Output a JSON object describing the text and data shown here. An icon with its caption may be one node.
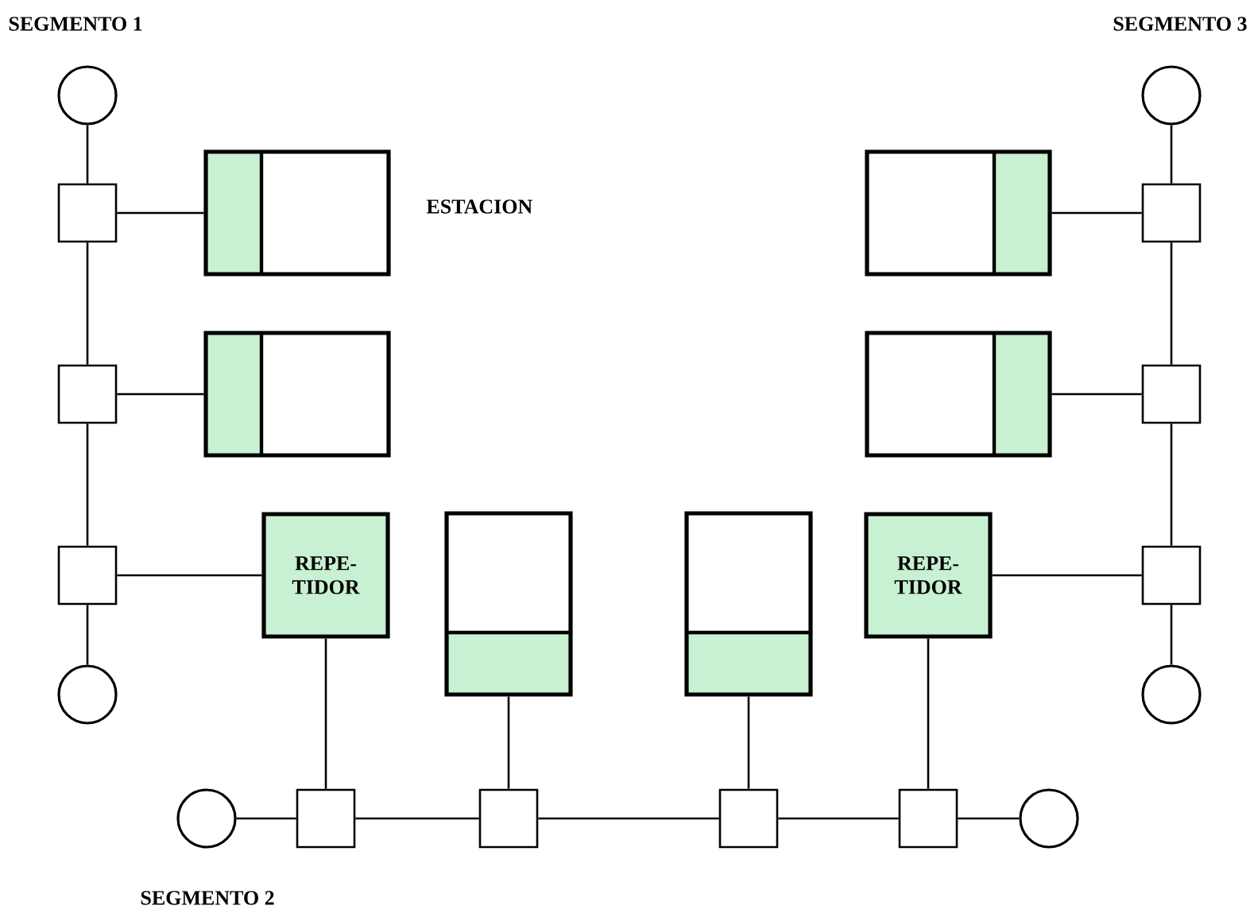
{
  "diagram": {
    "nodes": [
      {
        "text": [],
        "shape": "circle"
      },
      {
        "text": [],
        "shape": "circle"
      },
      {
        "text": [],
        "shape": "box"
      },
      {
        "text": [],
        "shape": "box"
      },
      {
        "text": [],
        "shape": "box"
      },
      {
        "text": [],
        "shape": "box"
      },
      {
        "text": [],
        "shape": "box"
      },
      {
        "text": [],
        "shape": "box"
      },
      {
        "text": [],
        "shape": "box"
      },
      {
        "text": [],
        "shape": "box"
      },
      {
        "text": [],
        "shape": "box"
      },
      {
        "text": [
          "REPE- TIDOR"
        ]
      },
      {
        "text": [],
        "shape": "box"
      },
      {
        "text": [],
        "shape": "box"
      },
      {
        "text": [
          "REPE- TIDOR"
        ]
      },
      {
        "text": [],
        "shape": "box"
      },
      {
        "text": [],
        "shape": "circle"
      },
      {
        "text": [],
        "shape": "circle"
      },
      {
        "text": [],
        "shape": "circle"
      },
      {
        "text": [],
        "shape": "box"
      },
      {
        "text": [],
        "shape": "box"
      },
      {
        "text": [],
        "shape": "box"
      },
      {
        "text": [],
        "shape": "box"
      },
      {
        "text": [],
        "shape": "circle"
      }
    ],
    "edges": [
      {
        "from": 0,
        "to": 2,
        "arrow": "none"
      },
      {
        "from": 2,
        "to": 6,
        "arrow": "none"
      },
      {
        "from": 6,
        "to": 10,
        "arrow": "none"
      },
      {
        "from": 10,
        "to": 16,
        "arrow": "none"
      },
      {
        "from": 1,
        "to": 5,
        "arrow": "none"
      },
      {
        "from": 5,
        "to": 9,
        "arrow": "none"
      },
      {
        "from": 9,
        "to": 15,
        "arrow": "none"
      },
      {
        "from": 15,
        "to": 17,
        "arrow": "none"
      },
      {
        "from": 18,
        "to": 19,
        "arrow": "none"
      },
      {
        "from": 19,
        "to": 20,
        "arrow": "none"
      },
      {
        "from": 20,
        "to": 21,
        "arrow": "none"
      },
      {
        "from": 21,
        "to": 22,
        "arrow": "none"
      },
      {
        "from": 22,
        "to": 23,
        "arrow": "none"
      },
      {
        "from": 2,
        "to": 3,
        "arrow": "none"
      },
      {
        "from": 6,
        "to": 7,
        "arrow": "none"
      },
      {
        "from": 10,
        "to": 11,
        "arrow": "none"
      },
      {
        "from": 4,
        "to": 5,
        "arrow": "none"
      },
      {
        "from": 8,
        "to": 9,
        "arrow": "none"
      },
      {
        "from": 14,
        "to": 15,
        "arrow": "none"
      },
      {
        "from": 11,
        "to": 19,
        "arrow": "none"
      },
      {
        "from": 12,
        "to": 20,
        "arrow": "none"
      },
      {
        "from": 13,
        "to": 21,
        "arrow": "none"
      },
      {
        "from": 14,
        "to": 22,
        "arrow": "none"
      }
    ],
    "labels": [
      "SEGMENTO 1",
      "SEGMENTO 3",
      "ESTACION",
      "SEGMENTO 2"
    ]
  }
}
